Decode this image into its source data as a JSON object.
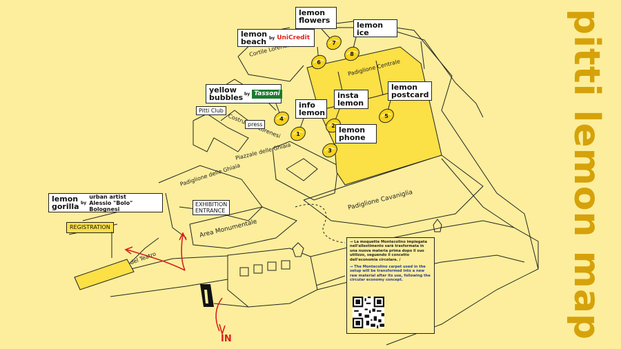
{
  "title": "pitti lemon map",
  "colors": {
    "background": "#fcee9c",
    "title": "#d6a20a",
    "highlight": "#fbe046",
    "route": "#d81e1e",
    "line": "#222222"
  },
  "labels": {
    "lemon_flowers": "lemon flowers",
    "lemon_ice": "lemon ice",
    "lemon_beach": "lemon beach",
    "lemon_beach_by": "by",
    "unicredit": "UniCredit",
    "yellow_bubbles": "yellow bubbles",
    "yellow_bubbles_by": "by",
    "tassoni": "Tassoni",
    "info_lemon": "info lemon",
    "insta_lemon": "insta lemon",
    "lemon_postcard": "lemon postcard",
    "lemon_phone": "lemon phone",
    "lemon_gorilla": "lemon gorilla",
    "lemon_gorilla_by": "by",
    "urban_artist": "urban artist",
    "artist_name": "Alessio \"Bolo\" Bolognesi"
  },
  "areas": {
    "cortile_lorenesi": "Cortile Lorenesi",
    "padiglione_centrale": "Padiglione Centrale",
    "pitti_club": "Pitti Club",
    "costruzioni_lorenesi": "Costruzioni Lorenesi",
    "press": "press",
    "piazzale_ghiaia": "Piazzale delle Ghiaia",
    "padiglione_ghiaia": "Padiglione delle Ghiaia",
    "padiglione_cavaniglia": "Padiglione Cavaniglia",
    "exhibition_entrance": "EXHIBITION ENTRANCE",
    "area_monumentale": "Area Monumentale",
    "registration": "REGISTRATION",
    "magazzini_teatro": "Magazzini del Teatro",
    "in": "IN"
  },
  "markers": [
    "1",
    "2",
    "3",
    "4",
    "5",
    "6",
    "7",
    "8"
  ],
  "note": {
    "italian": "→ La moquette Montecolino impiegata nell'allestimento sarà trasformata in una nuova materia prima dopo il suo utilizzo, seguendo il concetto dell'economia circolare. /",
    "english": "→ The Montecolino carpet used in the setup will be transformed into a new raw material after its use, following the circular economy concept."
  }
}
